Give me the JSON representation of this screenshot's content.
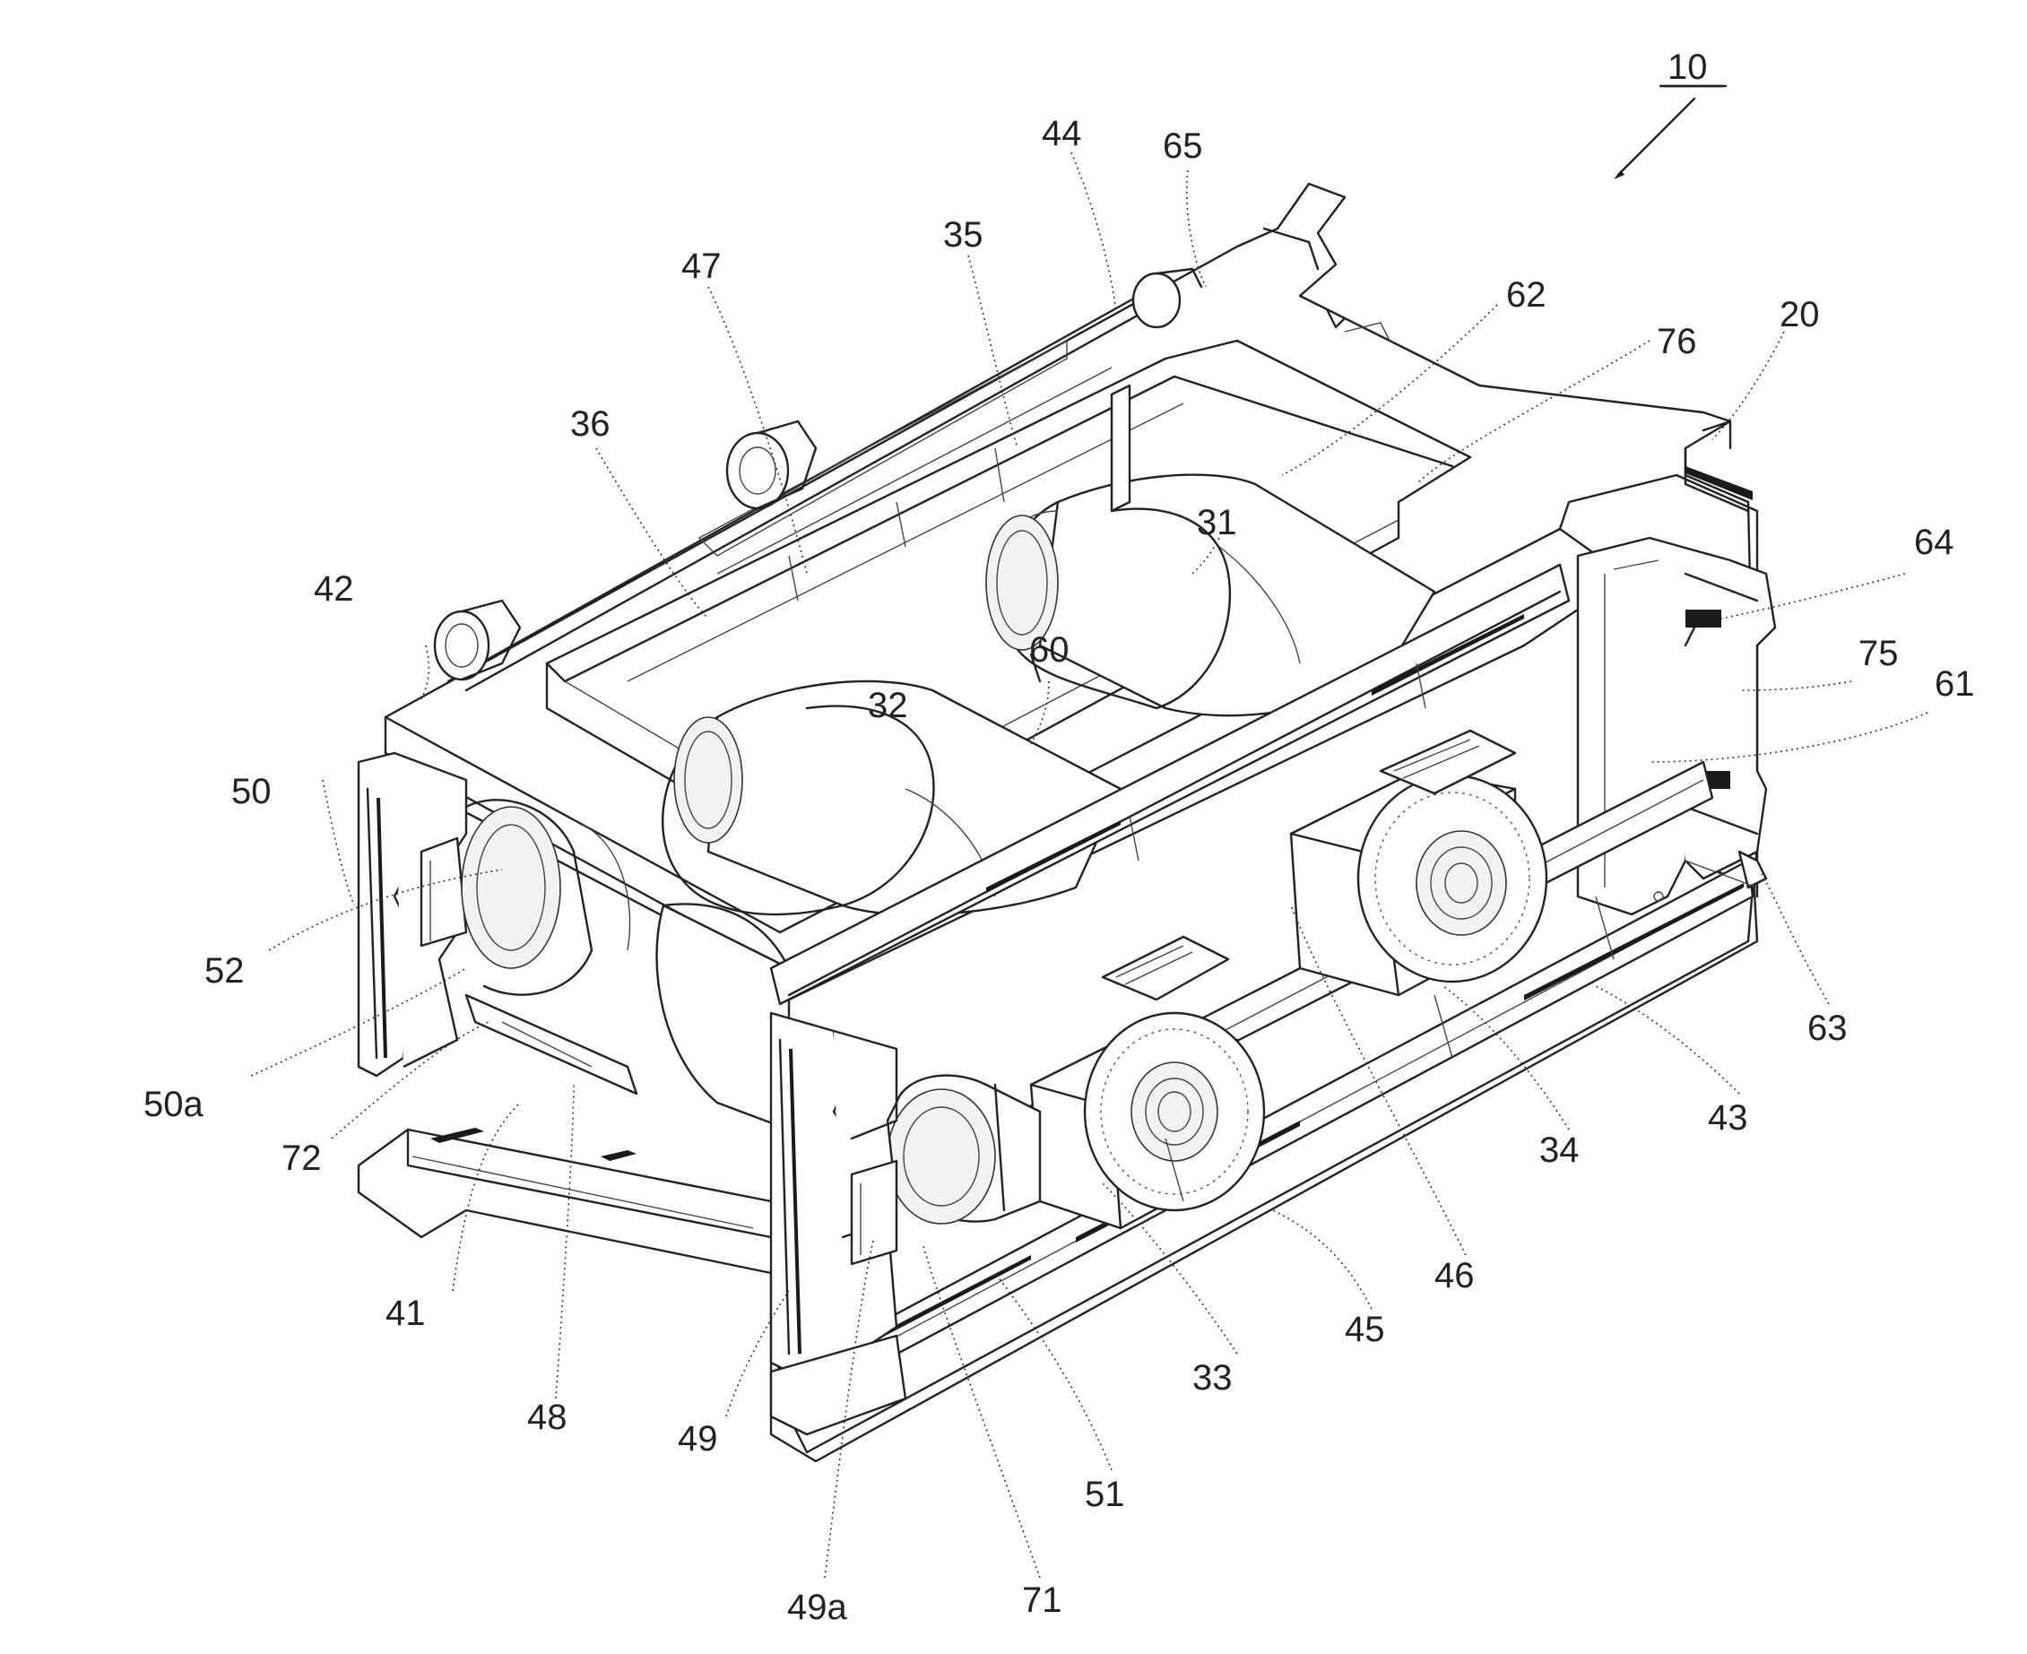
{
  "figure": {
    "ref_number": "10",
    "labels": [
      {
        "id": "l10",
        "text": "10"
      },
      {
        "id": "l44",
        "text": "44"
      },
      {
        "id": "l65",
        "text": "65"
      },
      {
        "id": "l35",
        "text": "35"
      },
      {
        "id": "l47",
        "text": "47"
      },
      {
        "id": "l62",
        "text": "62"
      },
      {
        "id": "l76",
        "text": "76"
      },
      {
        "id": "l20",
        "text": "20"
      },
      {
        "id": "l36",
        "text": "36"
      },
      {
        "id": "l31",
        "text": "31"
      },
      {
        "id": "l64",
        "text": "64"
      },
      {
        "id": "l42",
        "text": "42"
      },
      {
        "id": "l60",
        "text": "60"
      },
      {
        "id": "l75",
        "text": "75"
      },
      {
        "id": "l61",
        "text": "61"
      },
      {
        "id": "l32",
        "text": "32"
      },
      {
        "id": "l50",
        "text": "50"
      },
      {
        "id": "l52",
        "text": "52"
      },
      {
        "id": "l63",
        "text": "63"
      },
      {
        "id": "l43",
        "text": "43"
      },
      {
        "id": "l50a",
        "text": "50a"
      },
      {
        "id": "l34",
        "text": "34"
      },
      {
        "id": "l72",
        "text": "72"
      },
      {
        "id": "l46",
        "text": "46"
      },
      {
        "id": "l41",
        "text": "41"
      },
      {
        "id": "l45",
        "text": "45"
      },
      {
        "id": "l48",
        "text": "48"
      },
      {
        "id": "l33",
        "text": "33"
      },
      {
        "id": "l49",
        "text": "49"
      },
      {
        "id": "l51",
        "text": "51"
      },
      {
        "id": "l49a",
        "text": "49a"
      },
      {
        "id": "l71",
        "text": "71"
      }
    ]
  }
}
